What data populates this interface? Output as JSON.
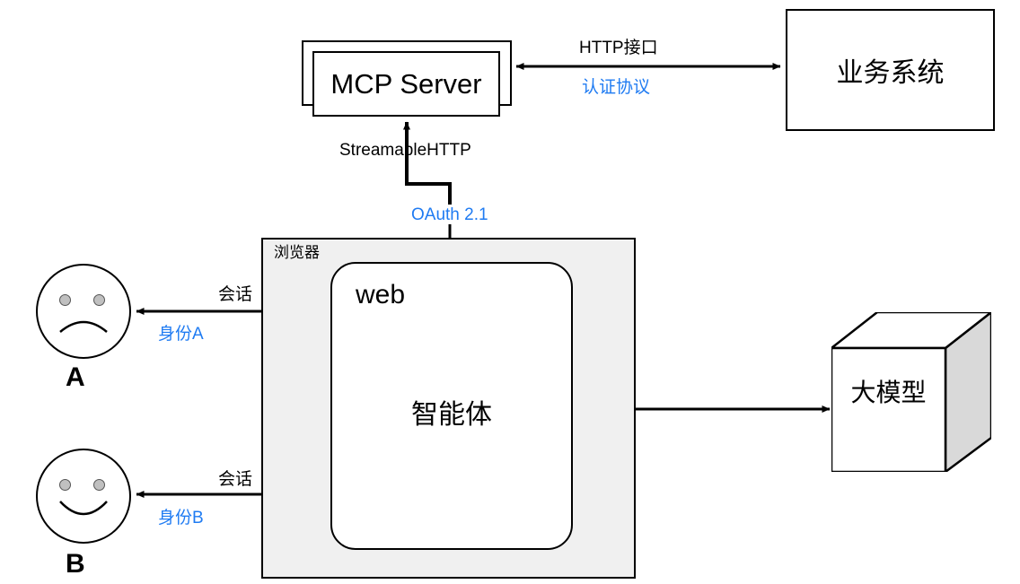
{
  "diagram": {
    "title_nodes": {
      "mcp_server": "MCP Server",
      "business_system": "业务系统",
      "browser": "浏览器",
      "web": "web",
      "agent": "智能体",
      "llm": "大模型"
    },
    "actors": [
      {
        "id": "a",
        "name": "A",
        "mood": "sad-face"
      },
      {
        "id": "b",
        "name": "B",
        "mood": "happy-face"
      }
    ],
    "edges": [
      {
        "id": "mcp-biz",
        "label_top": "HTTP接口",
        "label_bottom": "认证协议",
        "bottom_color": "#1f7bf2",
        "direction": "bidirectional"
      },
      {
        "id": "browser-mcp",
        "label_top": "StreamableHTTP",
        "label_bottom": "OAuth 2.1",
        "bottom_color": "#1f7bf2",
        "direction": "up-and-down"
      },
      {
        "id": "a-web",
        "label_top": "会话",
        "label_bottom": "身份A",
        "bottom_color": "#1f7bf2",
        "direction": "bidirectional"
      },
      {
        "id": "b-web",
        "label_top": "会话",
        "label_bottom": "身份B",
        "bottom_color": "#1f7bf2",
        "direction": "bidirectional"
      },
      {
        "id": "agent-llm",
        "label_top": "",
        "label_bottom": "",
        "bottom_color": "#1f7bf2",
        "direction": "bidirectional"
      }
    ],
    "colors": {
      "stroke": "#000000",
      "browser_fill": "#f0f0f0",
      "node_fill": "#ffffff",
      "cube_side_fill": "#d9d9d9",
      "eye_fill": "#c0c0c0",
      "accent_blue": "#1f7bf2"
    }
  }
}
